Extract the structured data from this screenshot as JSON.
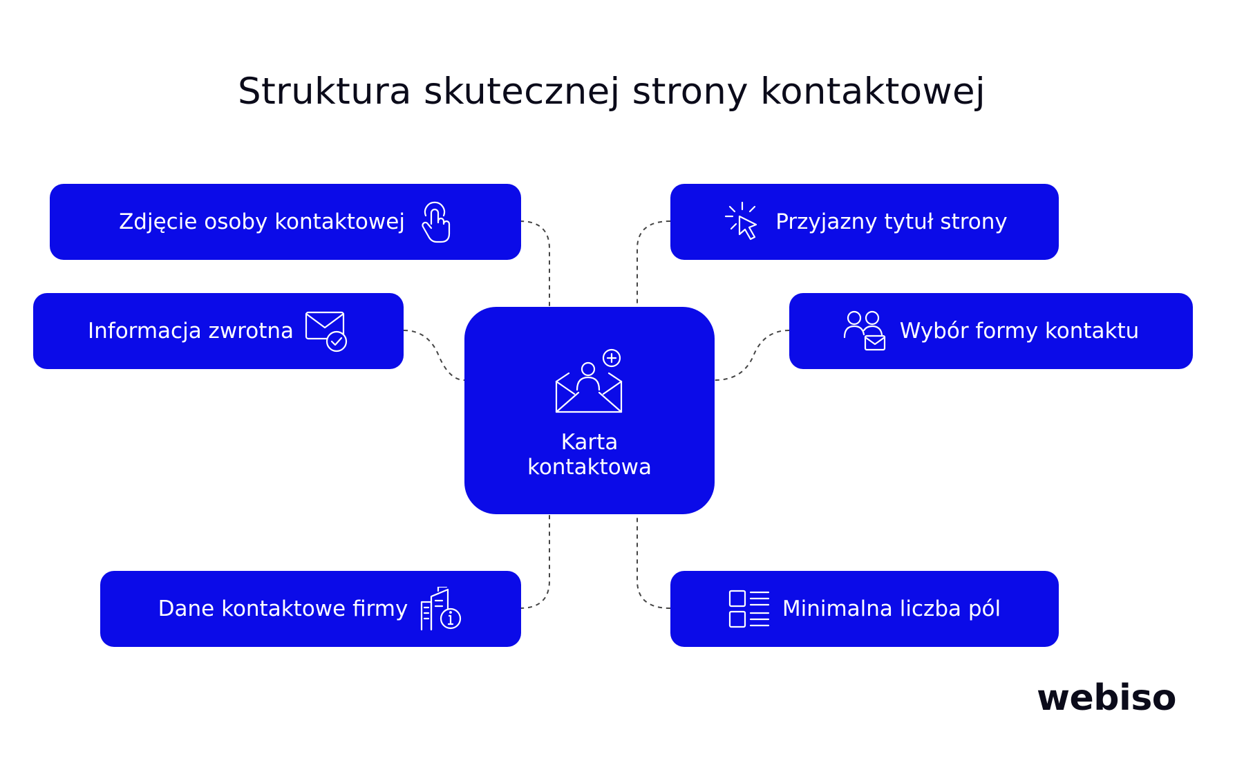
{
  "title": "Struktura skutecznej strony kontaktowej",
  "center": {
    "label": "Karta\nkontaktowa",
    "icon": "envelope-contact-add-icon"
  },
  "items": {
    "photo": {
      "label": "Zdjęcie osoby kontaktowej",
      "icon": "touch-hand-icon"
    },
    "feedback": {
      "label": "Informacja zwrotna",
      "icon": "envelope-check-icon"
    },
    "company": {
      "label": "Dane kontaktowe firmy",
      "icon": "building-info-icon"
    },
    "title_item": {
      "label": "Przyjazny tytuł strony",
      "icon": "cursor-click-icon"
    },
    "form_choice": {
      "label": "Wybór formy kontaktu",
      "icon": "users-mail-icon"
    },
    "min_fields": {
      "label": "Minimalna liczba pól",
      "icon": "form-list-icon"
    }
  },
  "logo": {
    "text": "webiso"
  },
  "colors": {
    "accent": "#0b0be8",
    "text": "#0b0b1a",
    "connector": "#444444"
  }
}
